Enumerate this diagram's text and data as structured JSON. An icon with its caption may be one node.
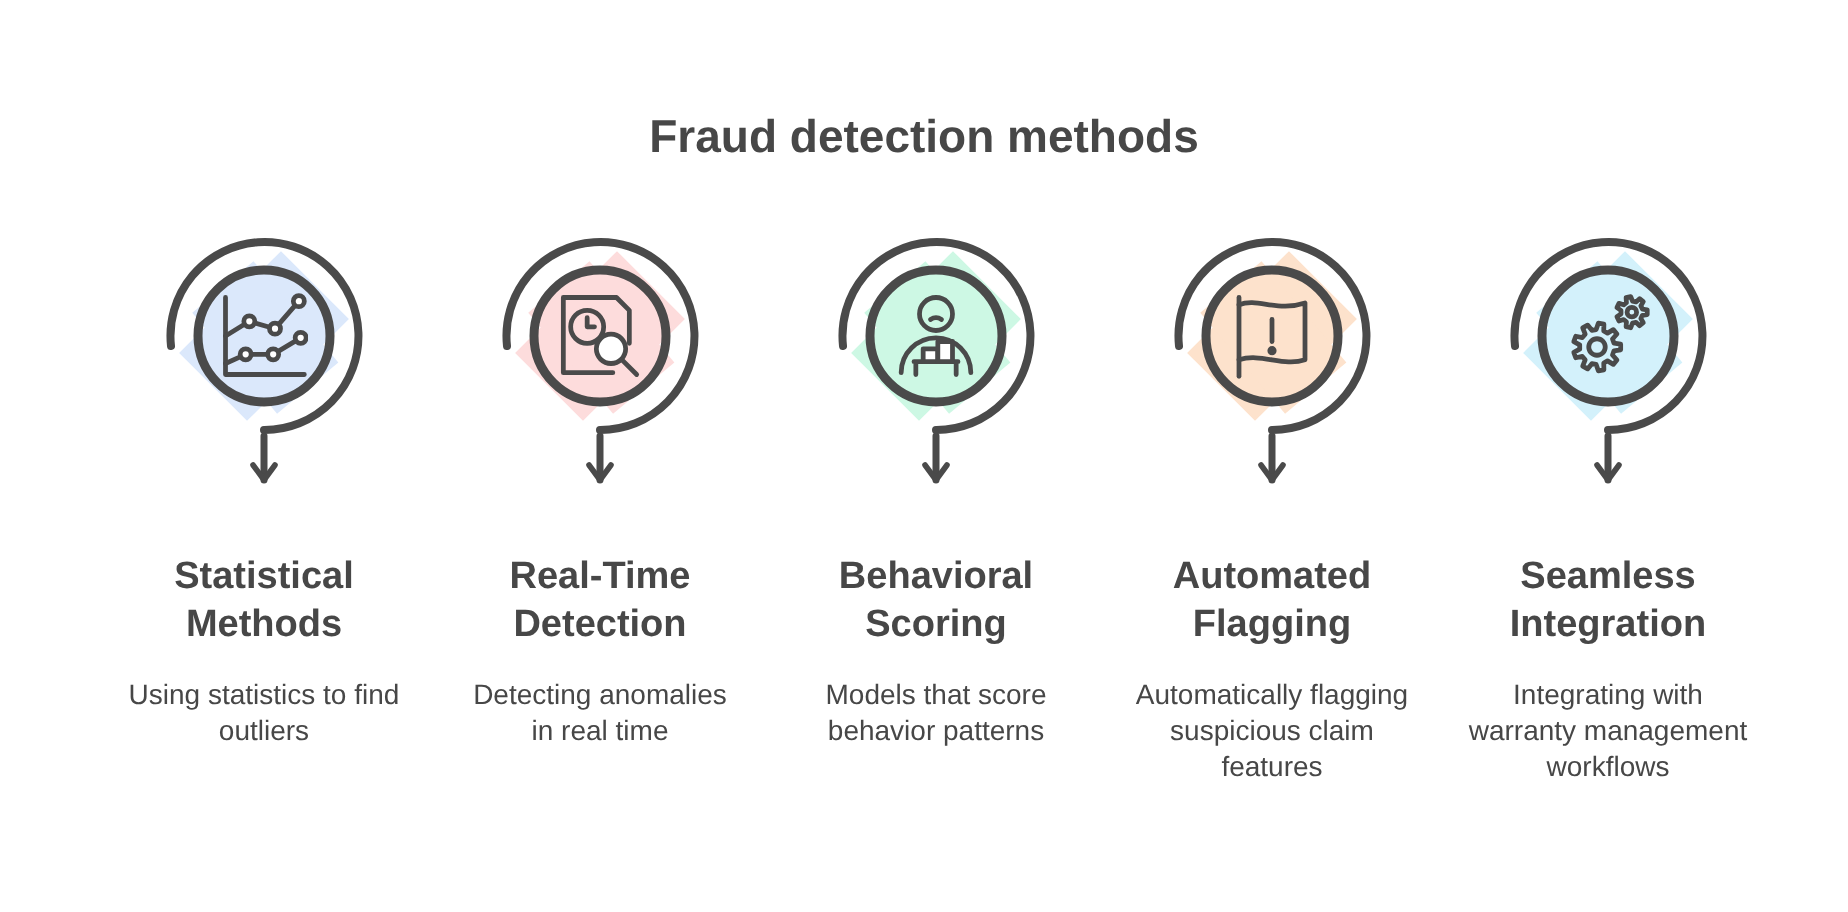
{
  "diagram": {
    "title": "Fraud detection methods",
    "nodes": [
      {
        "text": [],
        "shape": "circle"
      },
      {
        "text": [
          "Statistical Methods",
          "Using statistics to find outliers"
        ]
      },
      {
        "text": [],
        "shape": "circle"
      },
      {
        "text": [
          "Real-Time Detection",
          "Detecting anomalies in real time"
        ]
      },
      {
        "text": [],
        "shape": "circle"
      },
      {
        "text": [
          "Behavioral Scoring",
          "Models that score behavior patterns"
        ]
      },
      {
        "text": [],
        "shape": "circle"
      },
      {
        "text": [
          "Automated Flagging",
          "Automatically flagging suspicious claim features"
        ]
      },
      {
        "text": [],
        "shape": "circle"
      },
      {
        "text": [
          "Seamless Integration",
          "Integrating with warranty management workflows"
        ]
      }
    ],
    "edges": [
      {
        "from": 0,
        "to": 1,
        "arrow": "to"
      },
      {
        "from": 2,
        "to": 3,
        "arrow": "to"
      },
      {
        "from": 4,
        "to": 5,
        "arrow": "to"
      },
      {
        "from": 6,
        "to": 7,
        "arrow": "to"
      },
      {
        "from": 8,
        "to": 9,
        "arrow": "to"
      }
    ]
  }
}
